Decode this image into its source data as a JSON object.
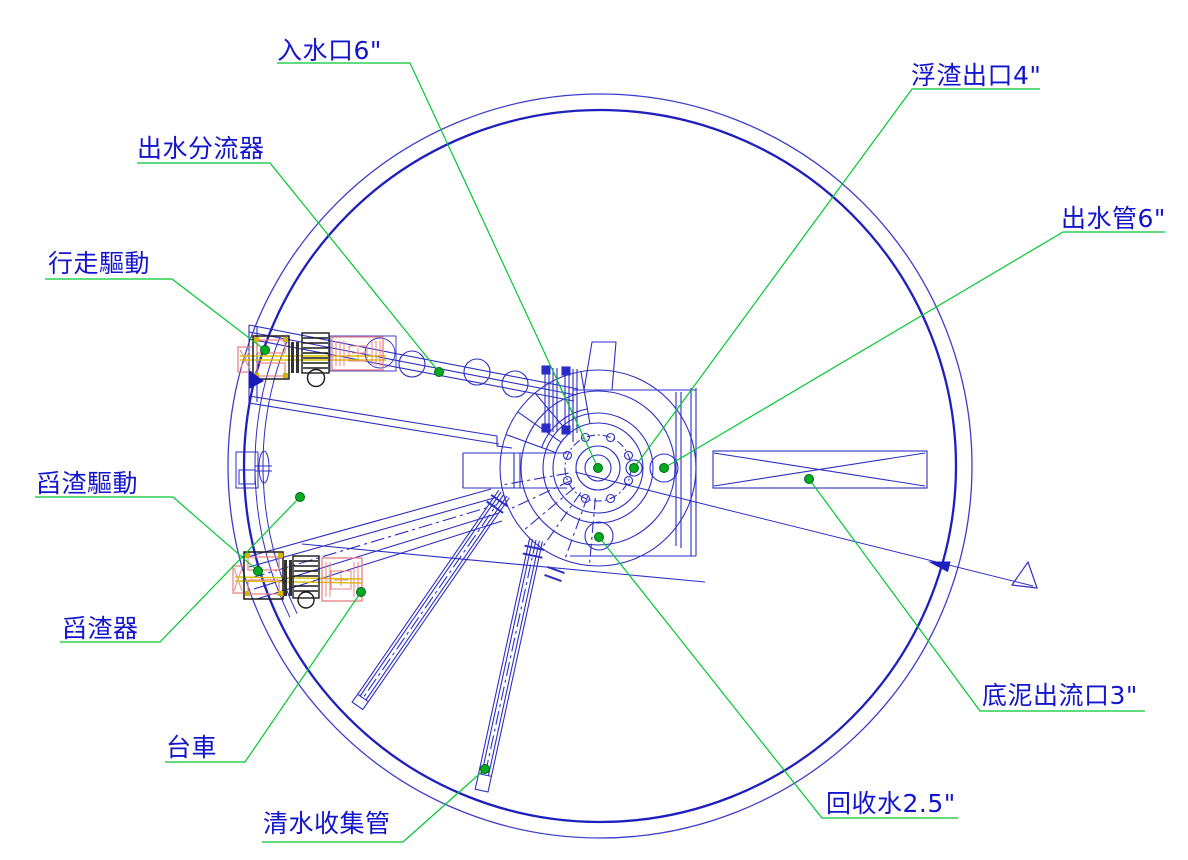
{
  "drawing": {
    "type": "cad-plan-view-clarifier",
    "labels": {
      "inlet": "入水口6\"",
      "scum_outlet": "浮渣出口4\"",
      "outlet_pipe": "出水管6\"",
      "outlet_diverter": "出水分流器",
      "travel_drive": "行走驅動",
      "scum_scoop_drive": "舀渣驅動",
      "scum_scooper": "舀渣器",
      "trolley": "台車",
      "clear_water_collector": "清水收集管",
      "recycle_water": "回收水2.5\"",
      "sludge_outlet": "底泥出流口3\""
    },
    "colors": {
      "line_blue": "#2e2ec4",
      "bold_blue": "#1f1fbe",
      "leader_green": "#00c832",
      "dot_green": "#00aa22",
      "label_blue": "#1414cc",
      "drive_red": "#e88080",
      "shaft_yellow": "#d8c400",
      "machine_black": "#1a1a1a"
    }
  }
}
